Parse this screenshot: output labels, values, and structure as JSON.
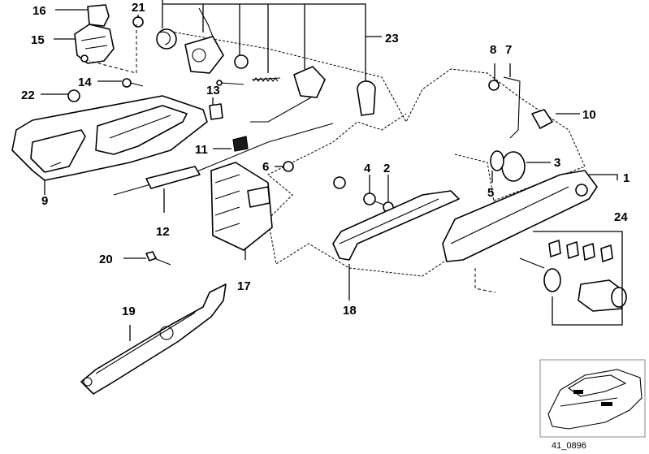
{
  "diagram": {
    "callouts": [
      {
        "id": "c1",
        "text": "1"
      },
      {
        "id": "c2",
        "text": "2"
      },
      {
        "id": "c3",
        "text": "3"
      },
      {
        "id": "c4",
        "text": "4"
      },
      {
        "id": "c5",
        "text": "5"
      },
      {
        "id": "c6",
        "text": "6"
      },
      {
        "id": "c7",
        "text": "7"
      },
      {
        "id": "c8",
        "text": "8"
      },
      {
        "id": "c9",
        "text": "9"
      },
      {
        "id": "c10",
        "text": "10"
      },
      {
        "id": "c11",
        "text": "11"
      },
      {
        "id": "c12",
        "text": "12"
      },
      {
        "id": "c13",
        "text": "13"
      },
      {
        "id": "c14",
        "text": "14"
      },
      {
        "id": "c15",
        "text": "15"
      },
      {
        "id": "c16",
        "text": "16"
      },
      {
        "id": "c17",
        "text": "17"
      },
      {
        "id": "c18",
        "text": "18"
      },
      {
        "id": "c19",
        "text": "19"
      },
      {
        "id": "c20",
        "text": "20"
      },
      {
        "id": "c21",
        "text": "21"
      },
      {
        "id": "c22",
        "text": "22"
      },
      {
        "id": "c23",
        "text": "23"
      },
      {
        "id": "c24",
        "text": "24"
      }
    ],
    "reference_code": "41_0896"
  }
}
